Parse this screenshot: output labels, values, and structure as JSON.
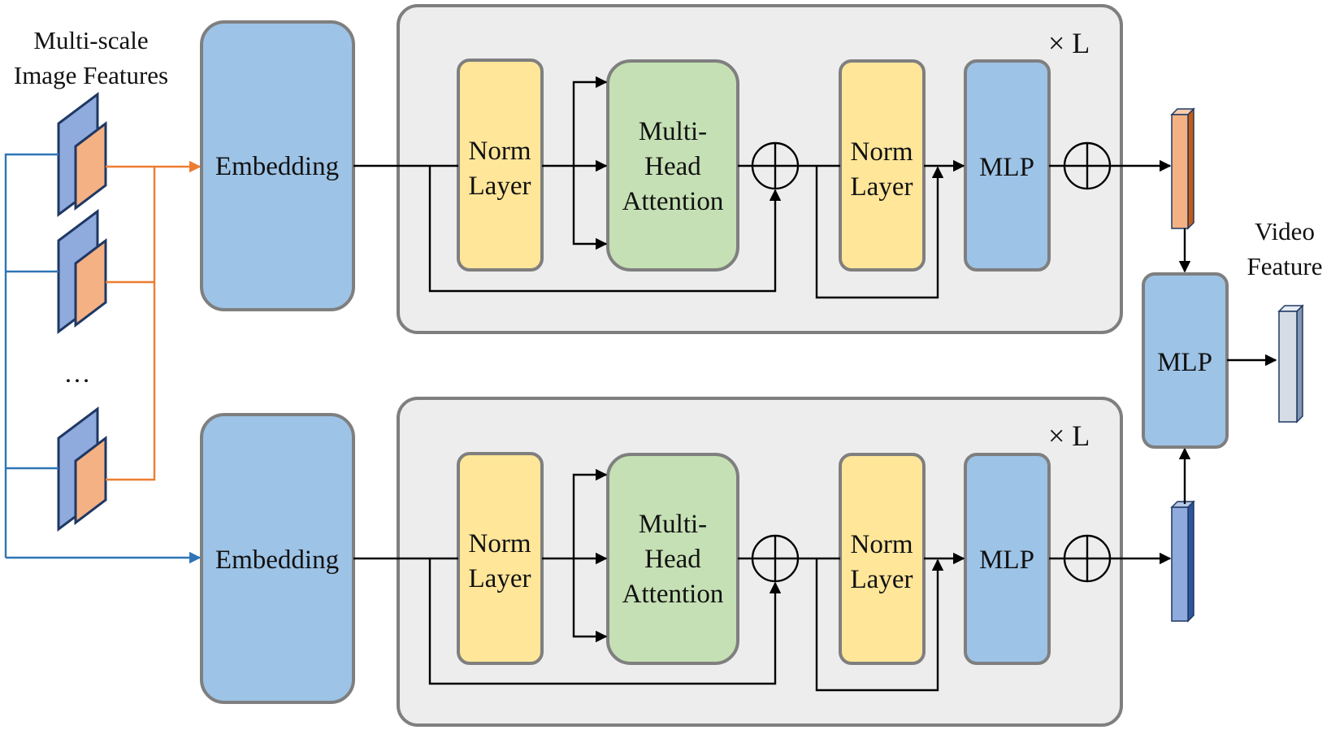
{
  "title": {
    "line1": "Multi-scale",
    "line2": "Image Features"
  },
  "ellipsis": "…",
  "embedding_label": "Embedding",
  "norm_layer": {
    "line1": "Norm",
    "line2": "Layer"
  },
  "attention": {
    "line1": "Multi-",
    "line2": "Head",
    "line3": "Attention"
  },
  "mlp_label": "MLP",
  "repeat_label": "× L",
  "output_label": {
    "line1": "Video",
    "line2": "Feature"
  },
  "colors": {
    "embedding": "#9dc3e6",
    "mlp": "#9dc3e6",
    "norm": "#ffe699",
    "attention": "#c5e0b4",
    "container": "#ededed",
    "border": "#7f7f7f",
    "feature_blue": "#8faadc",
    "feature_orange": "#f4b183",
    "line_blue": "#2e75b6",
    "line_orange": "#ed7d31",
    "video_feature": "#d6dce5"
  }
}
